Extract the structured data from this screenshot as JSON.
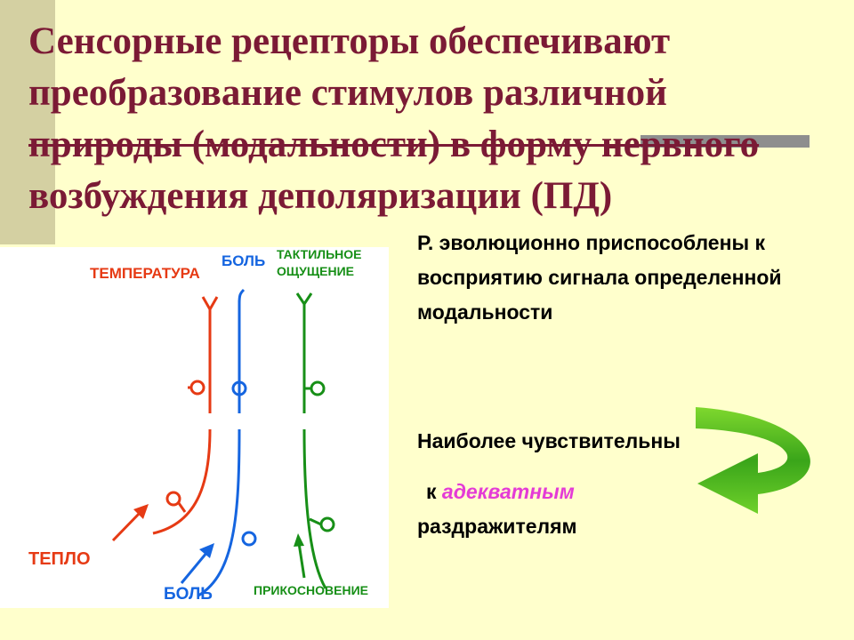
{
  "title": {
    "line1": "Сенсорные рецепторы обеспечивают",
    "line2": "преобразование стимулов различной",
    "line3": "природы (модальности) в форму нервного",
    "line4": "возбуждения деполяризации (ПД)"
  },
  "diagram": {
    "label_temperature": "ТЕМПЕРАТУРА",
    "label_pain_top": "БОЛЬ",
    "label_tactile_1": "ТАКТИЛЬНОЕ",
    "label_tactile_2": "ОЩУЩЕНИЕ",
    "label_heat": "ТЕПЛО",
    "label_pain_bottom": "БОЛЬ",
    "label_touch": "ПРИКОСНОВЕНИЕ"
  },
  "text": {
    "para1": "Р. эволюционно приспособлены к восприятию сигнала определенной модальности",
    "para2": "Наиболее чувствительны",
    "para3_prefix": "к",
    "para3_highlight": "адекватным",
    "para3_suffix": "раздражителям"
  },
  "colors": {
    "title": "#7b1a35",
    "temperature": "#e63a14",
    "pain": "#1565e0",
    "tactile": "#178f17",
    "highlight": "#e43bd6",
    "arrow": "#5cc11c"
  }
}
